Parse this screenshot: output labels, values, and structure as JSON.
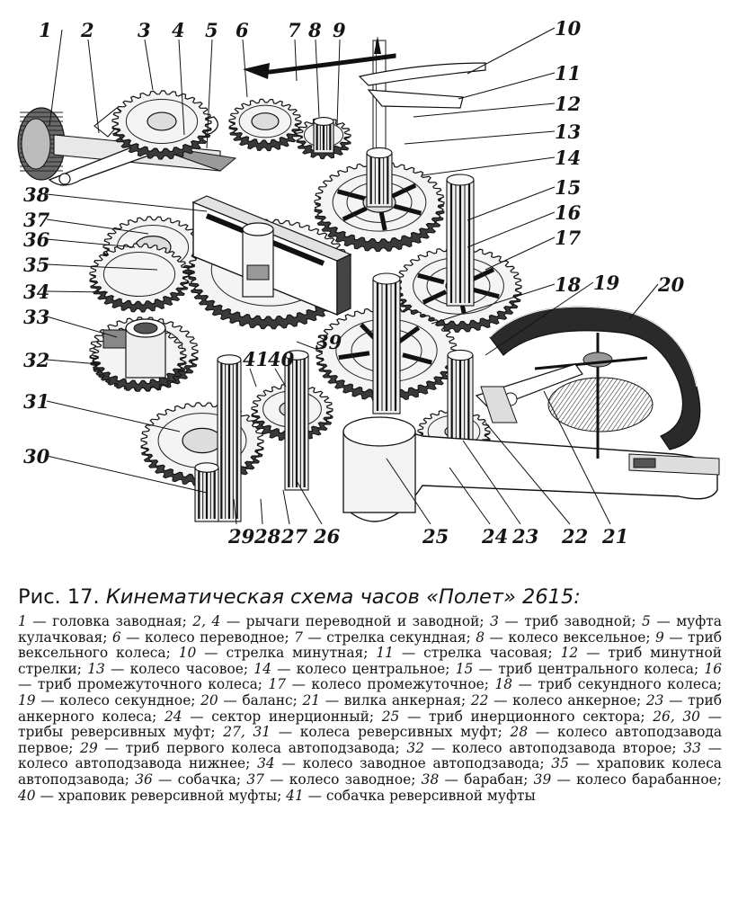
{
  "figure": {
    "callout_numbers": [
      "1",
      "2",
      "3",
      "4",
      "5",
      "6",
      "7",
      "8",
      "9",
      "10",
      "11",
      "12",
      "13",
      "14",
      "15",
      "16",
      "17",
      "18",
      "19",
      "20",
      "21",
      "22",
      "23",
      "24",
      "25",
      "26",
      "27",
      "28",
      "29",
      "30",
      "31",
      "32",
      "33",
      "34",
      "35",
      "36",
      "37",
      "38",
      "39",
      "40",
      "41"
    ]
  },
  "caption": {
    "prefix": "Рис. 17.",
    "title": "Кинематическая схема часов «Полет» 2615:"
  },
  "legend": [
    {
      "num": "1",
      "text": "головка заводная"
    },
    {
      "num": "2, 4",
      "text": "рычаги переводной и заводной"
    },
    {
      "num": "3",
      "text": "триб заводной"
    },
    {
      "num": "5",
      "text": "муфта кулачковая"
    },
    {
      "num": "6",
      "text": "колесо переводное"
    },
    {
      "num": "7",
      "text": "стрелка секундная"
    },
    {
      "num": "8",
      "text": "колесо вексельное"
    },
    {
      "num": "9",
      "text": "триб вексельного колеса"
    },
    {
      "num": "10",
      "text": "стрелка минутная"
    },
    {
      "num": "11",
      "text": "стрелка часовая"
    },
    {
      "num": "12",
      "text": "триб минутной стрелки"
    },
    {
      "num": "13",
      "text": "колесо часовое"
    },
    {
      "num": "14",
      "text": "колесо центральное"
    },
    {
      "num": "15",
      "text": "триб центрального колеса"
    },
    {
      "num": "16",
      "text": "триб промежуточного колеса"
    },
    {
      "num": "17",
      "text": "колесо промежуточное"
    },
    {
      "num": "18",
      "text": "триб секундного колеса"
    },
    {
      "num": "19",
      "text": "колесо секундное"
    },
    {
      "num": "20",
      "text": "баланс"
    },
    {
      "num": "21",
      "text": "вилка анкерная"
    },
    {
      "num": "22",
      "text": "колесо анкерное"
    },
    {
      "num": "23",
      "text": "триб анкерного колеса"
    },
    {
      "num": "24",
      "text": "сектор инерционный"
    },
    {
      "num": "25",
      "text": "триб инерционного сектора"
    },
    {
      "num": "26, 30",
      "text": "трибы реверсивных муфт"
    },
    {
      "num": "27, 31",
      "text": "колеса реверсивных муфт"
    },
    {
      "num": "28",
      "text": "колесо автоподзавода первое"
    },
    {
      "num": "29",
      "text": "триб первого колеса автоподзавода"
    },
    {
      "num": "32",
      "text": "колесо автоподзавода второе"
    },
    {
      "num": "33",
      "text": "колесо автоподзавода нижнее"
    },
    {
      "num": "34",
      "text": "колесо заводное автоподзавода"
    },
    {
      "num": "35",
      "text": "храповик колеса автоподзавода"
    },
    {
      "num": "36",
      "text": "собачка"
    },
    {
      "num": "37",
      "text": "колесо заводное"
    },
    {
      "num": "38",
      "text": "барабан"
    },
    {
      "num": "39",
      "text": "колесо барабанное"
    },
    {
      "num": "40",
      "text": "храповик реверсивной муфты"
    },
    {
      "num": "41",
      "text": "собачка реверсивной муфты"
    }
  ]
}
